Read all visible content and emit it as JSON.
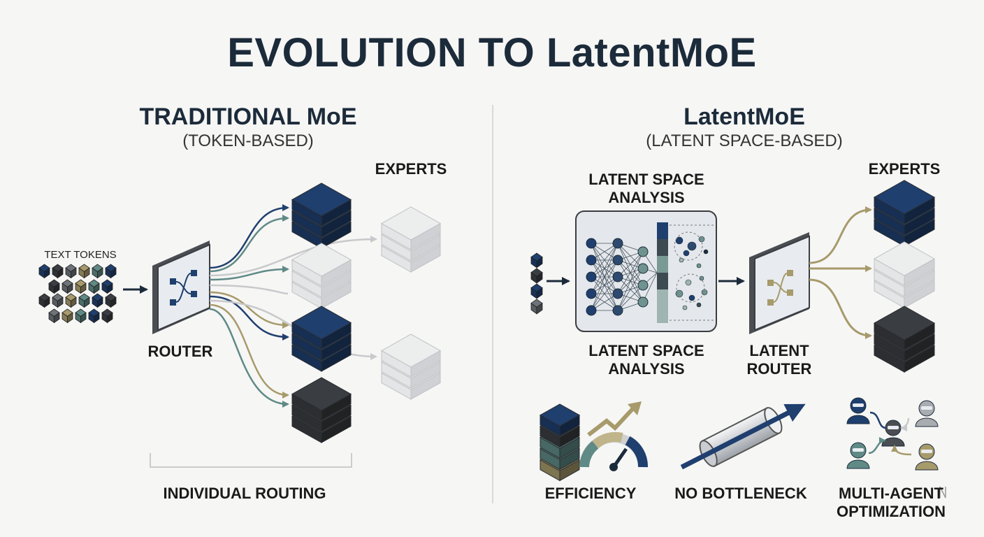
{
  "title": "EVOLUTION TO LatentMoE",
  "left": {
    "heading": "TRADITIONAL MoE",
    "subheading": "(TOKEN-BASED)",
    "input_label": "TEXT TOKENS",
    "router_label": "ROUTER",
    "experts_label": "EXPERTS",
    "footer_label": "INDIVIDUAL ROUTING"
  },
  "right": {
    "heading": "LatentMoE",
    "subheading": "(LATENT SPACE-BASED)",
    "analysis_label_top": "LATENT SPACE\nANALYSIS",
    "analysis_label_bottom": "LATENT SPACE\nANALYSIS",
    "router_label": "LATENT\nROUTER",
    "experts_label": "EXPERTS",
    "benefits": [
      {
        "label": "EFFICIENCY",
        "icon": "efficiency-gauge-icon"
      },
      {
        "label": "NO BOTTLENECK",
        "icon": "pipe-arrow-icon"
      },
      {
        "label": "MULTI-AGENT\nOPTIMIZATION",
        "icon": "multi-agent-icon"
      }
    ]
  },
  "colors": {
    "navy": "#1f3f6e",
    "charcoal": "#3a3d42",
    "teal": "#5f8a86",
    "khaki": "#a79a6b",
    "light_gray": "#d7d8da"
  }
}
